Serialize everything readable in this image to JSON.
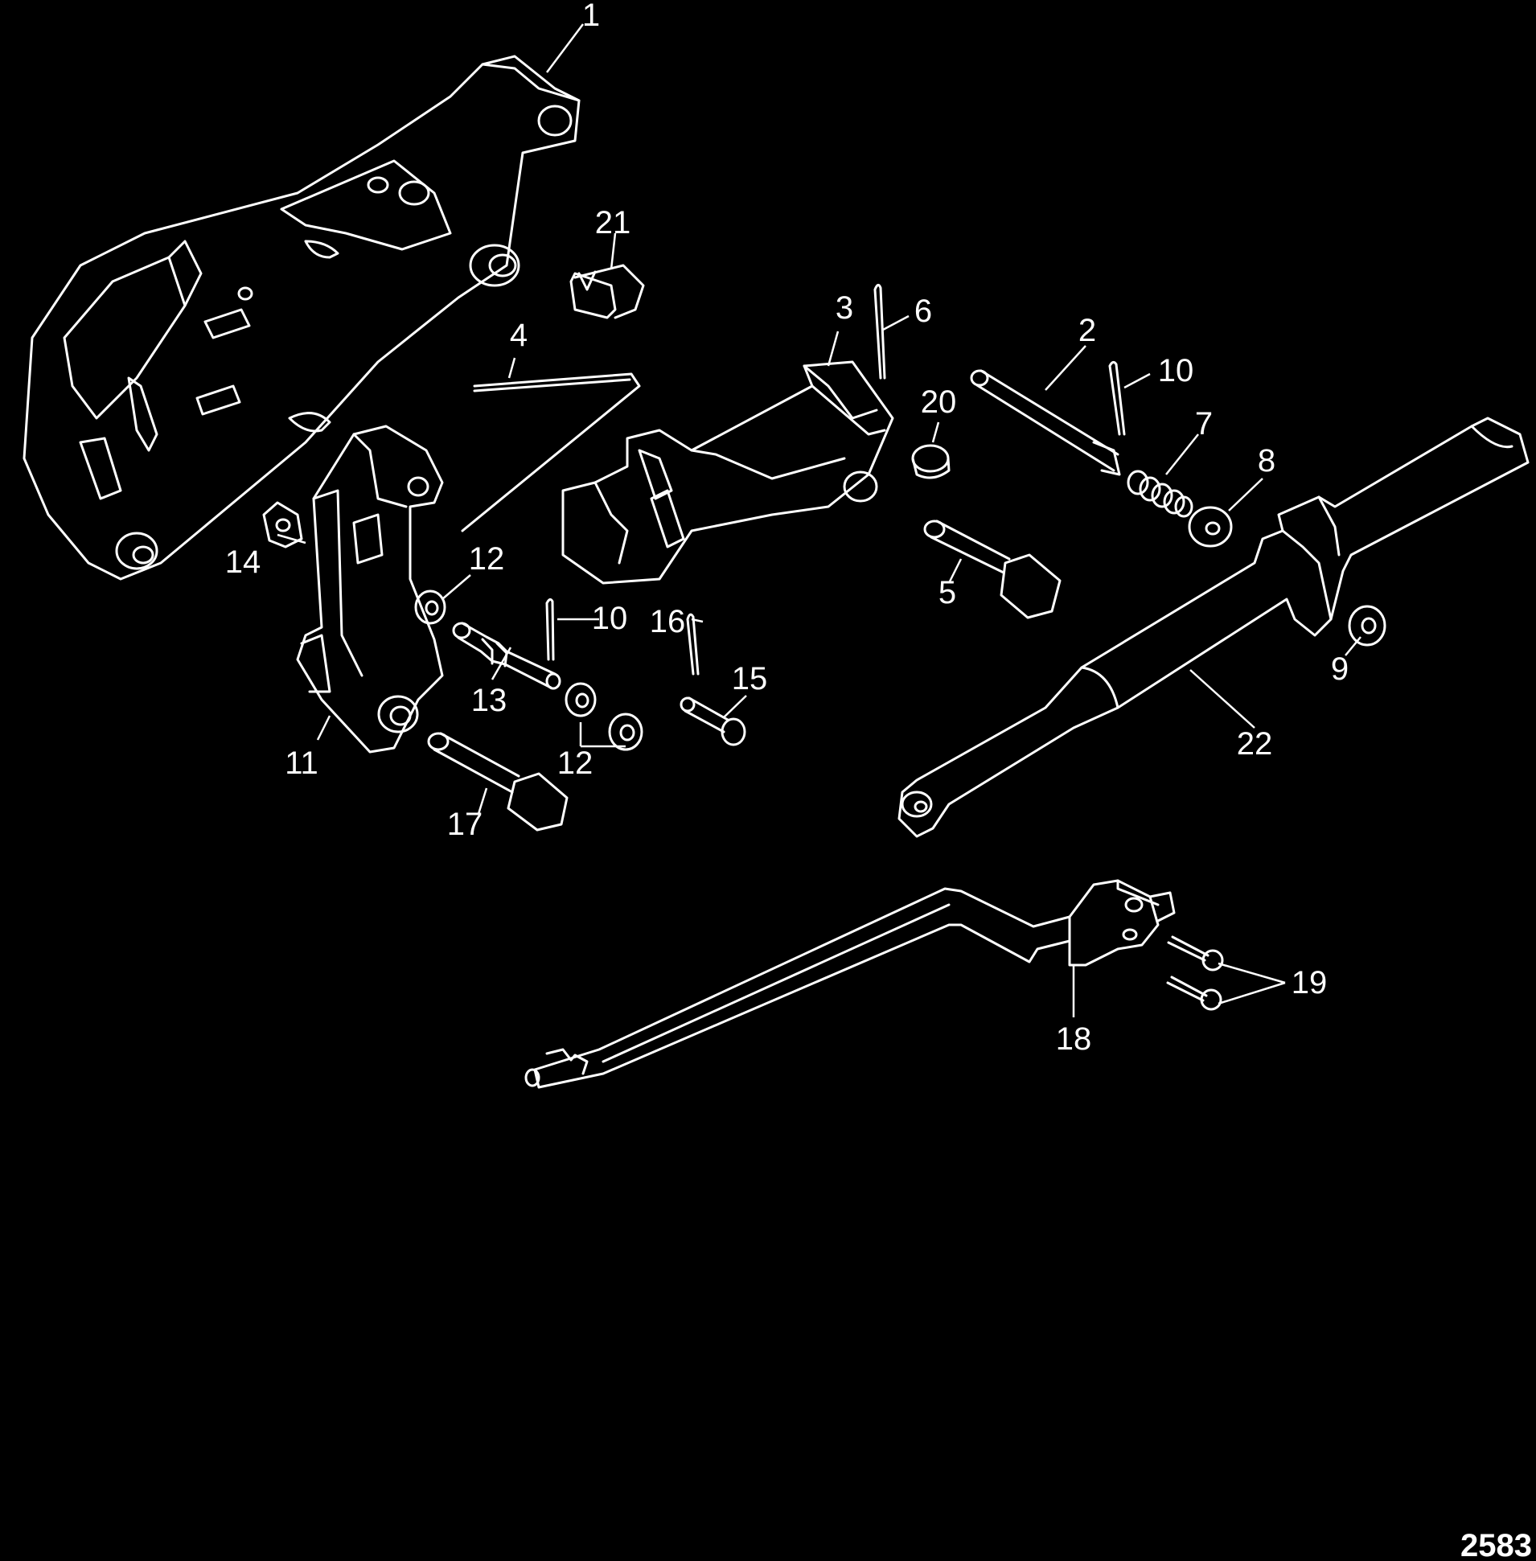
{
  "callouts": {
    "c1": "1",
    "c2": "2",
    "c3": "3",
    "c4": "4",
    "c5": "5",
    "c6": "6",
    "c7": "7",
    "c8": "8",
    "c9": "9",
    "c10a": "10",
    "c10b": "10",
    "c11": "11",
    "c12a": "12",
    "c12b": "12",
    "c13": "13",
    "c14": "14",
    "c15": "15",
    "c16": "16",
    "c17": "17",
    "c18": "18",
    "c19": "19",
    "c20": "20",
    "c21": "21",
    "c22": "22"
  },
  "figure_id": "2583"
}
